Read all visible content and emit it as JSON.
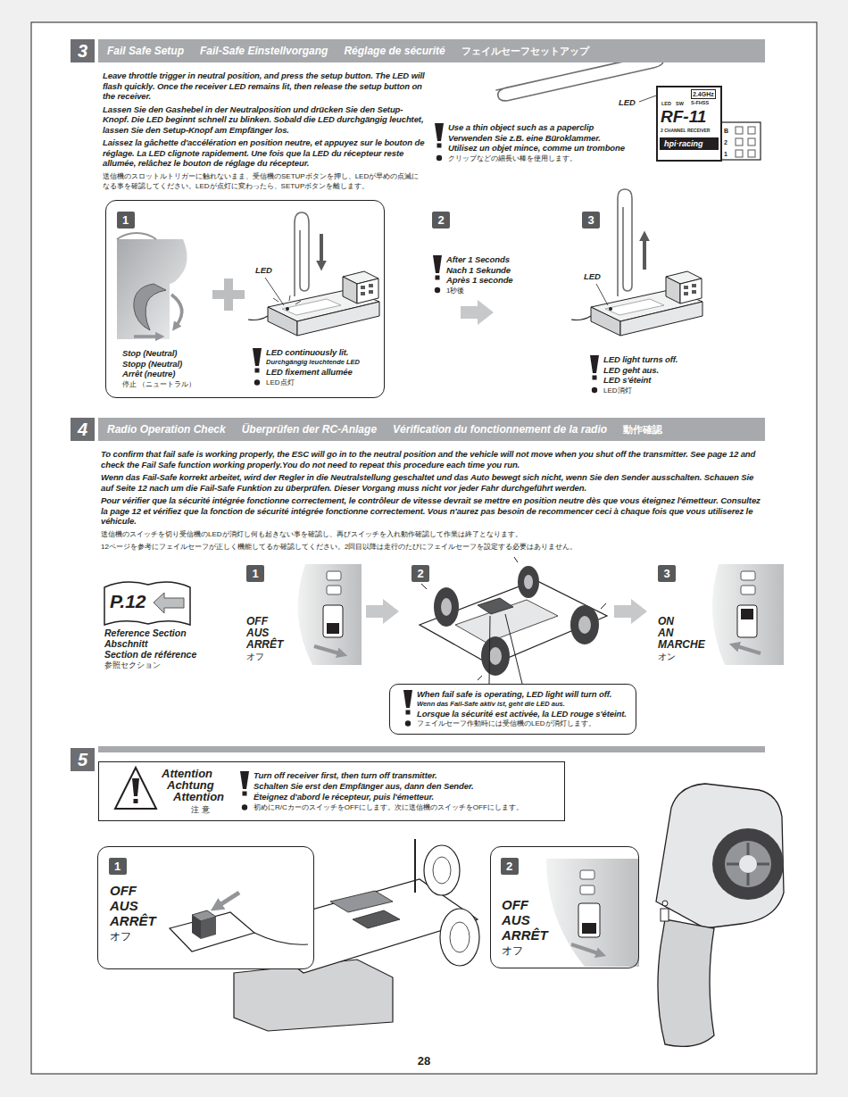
{
  "diagram": {
    "nodes": [
      {
        "text": [
          "3"
        ]
      },
      {
        "text": [
          "Fail Safe Setup",
          "Fail-Safe Einstellvorgang",
          "Réglage de sécurité",
          "フェイルセーフセットアップ"
        ]
      },
      {
        "text": [
          "LED",
          "SW",
          "2.4GHz",
          "S-FHSS",
          "RF-11",
          "2 CHANNEL RECEIVER",
          "hpi·racing"
        ]
      },
      {
        "text": [
          "Stop (Neutral)",
          "Stopp (Neutral)",
          "Arrêt (neutre)",
          "停止 （ニュートラル）",
          "LED",
          "LED continuously lit.",
          "Durchgängig leuchtende LED",
          "LED fixement allumée",
          "LED点灯"
        ]
      },
      {
        "text": [
          "1"
        ],
        "in": 3
      },
      {
        "text": [
          "2"
        ]
      },
      {
        "text": [
          "3"
        ]
      },
      {
        "text": [
          "4"
        ]
      },
      {
        "text": [
          "Radio Operation Check",
          "Überprüfen der RC-Anlage",
          "Vérification du fonctionnement de la radio",
          "動作確認"
        ]
      },
      {
        "text": [
          "P.12"
        ]
      },
      {
        "text": [
          "1"
        ]
      },
      {
        "text": [
          "2"
        ]
      },
      {
        "text": [
          "3"
        ]
      },
      {
        "text": [
          "When fail safe is operating, LED light will turn off.",
          "Wenn das Fail-Safe aktiv ist, geht die LED aus.",
          "Lorsque la sécurité est activée, la LED rouge s'éteint.",
          "フェイルセーフ作動時には受信機のLEDが消灯します。"
        ]
      },
      {
        "text": [
          "5"
        ]
      },
      {
        "text": [
          "Attention",
          "Achtung",
          "Attention",
          "注 意",
          "Turn off receiver first, then turn off transmitter.",
          "Schalten Sie erst den Empfänger aus, dann den Sender.",
          "Éteignez d'abord le récepteur, puis l'émetteur.",
          "初めにR/CカーのスイッチをOFFにします。次に送信機のスイッチをOFFにします。"
        ]
      },
      {
        "text": [
          "OFF",
          "AUS",
          "ARRÊT",
          "オフ"
        ]
      },
      {
        "text": [
          "1"
        ],
        "in": 16
      },
      {
        "text": [
          "OFF",
          "AUS",
          "ARRÊT",
          "オフ"
        ]
      },
      {
        "text": [
          "2"
        ],
        "in": 18
      }
    ],
    "labels": [
      "Leave throttle trigger in neutral position, and press the setup button. The LED will flash quickly. Once the receiver LED remains lit, then release the setup button on the receiver.",
      "Lassen Sie den Gashebel in der Neutralposition und drücken Sie den Setup-Knopf. Die LED beginnt schnell zu blinken. Sobald die LED durchgängig leuchtet, lassen Sie den Setup-Knopf am Empfänger los.",
      "Laissez la gâchette d'accélération en position neutre, et appuyez sur le bouton de réglage. La LED clignote rapidement. Une fois que la LED du récepteur reste allumée, relâchez le bouton de réglage du récepteur.",
      "送信機のスロットルトリガーに触れないまま、受信機のSETUPボタンを押し、LEDが早めの点滅になる事を確認してください。LEDが点灯に変わったら、SETUPボタンを離します。",
      "Use a thin object such as a paperclip",
      "Verwenden Sie z.B. eine Büroklammer.",
      "Utilisez un objet mince, comme un trombone",
      "クリップなどの細長い棒を使用します。",
      "LED",
      "B",
      "2",
      "1",
      "After 1 Seconds",
      "Nach 1 Sekunde",
      "Après 1 seconde",
      "1秒後",
      "LED",
      "LED light turns off.",
      "LED geht aus.",
      "LED s'éteint",
      "LED消灯",
      "To confirm that fail safe is working properly, the ESC will go in to the neutral position and the vehicle will not move when you shut off the transmitter. See page 12 and check the Fail Safe function working properly.You do not need to repeat this procedure each time you run.",
      "Wenn das Fail-Safe korrekt arbeitet, wird der Regler in die Neutralstellung geschaltet und das Auto bewegt sich nicht, wenn Sie den Sender ausschalten. Schauen Sie auf Seite 12 nach um die Fail-Safe Funktion zu überprüfen. Dieser Vorgang muss nicht vor jeder Fahr durchgeführt werden.",
      "Pour vérifier que la sécurité intégrée fonctionne correctement, le contrôleur de vitesse devrait se mettre en position neutre dès que vous éteignez l'émetteur. Consultez la page 12 et vérifiez que la fonction de sécurité intégrée fonctionne correctement. Vous n'aurez pas besoin de recommencer ceci à chaque fois que vous utiliserez le véhicule.",
      "送信機のスイッチを切り受信機のLEDが消灯し何も起きない事を確認し、再びスイッチを入れ動作確認して作業は終了となります。",
      "12ページを参考にフェイルセーフが正しく機能してるか確認してください。2回目以降は走行のたびにフェイルセーフを設定する必要はありません。",
      "Reference Section",
      "Abschnitt",
      "Section de référence",
      "参照セクション",
      "OFF",
      "AUS",
      "ARRÊT",
      "オフ",
      "ON",
      "AN",
      "MARCHE",
      "オン",
      "28"
    ]
  }
}
